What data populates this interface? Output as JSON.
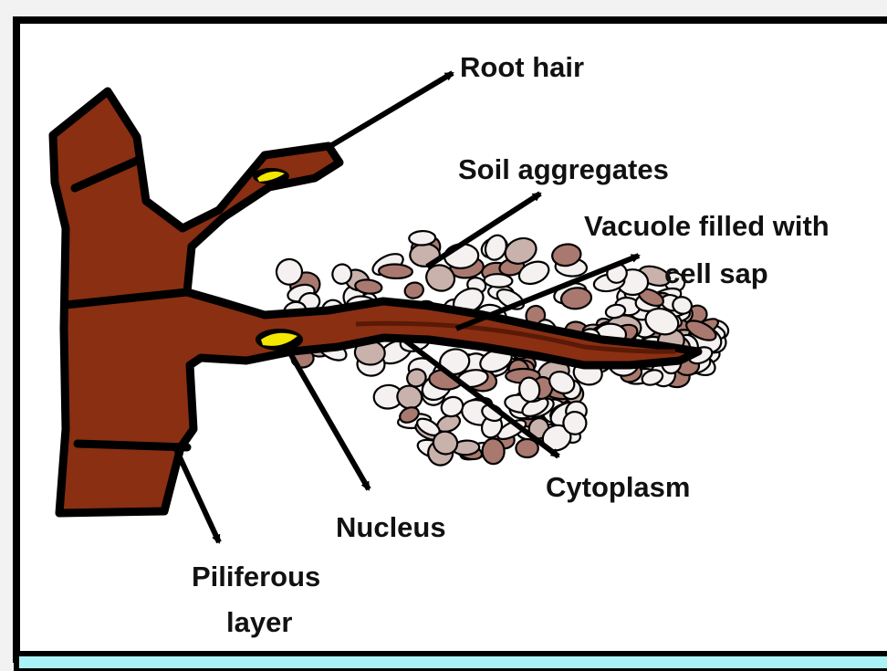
{
  "diagram": {
    "labels": {
      "root_hair": "Root hair",
      "soil_aggregates": "Soil aggregates",
      "vacuole_line1": "Vacuole filled with",
      "vacuole_line2": "cell sap",
      "cytoplasm": "Cytoplasm",
      "nucleus": "Nucleus",
      "piliferous_line1": "Piliferous",
      "piliferous_line2": "layer"
    },
    "colors": {
      "root": "#8a2f12",
      "root_outline": "#000000",
      "nucleus": "#f3e600",
      "soil_fill_light": "#f4f1f0",
      "soil_fill_mid": "#c9b2ac",
      "soil_fill_dark": "#a9796f",
      "panel_border": "#000000",
      "bottom_strip": "#aaf2f6"
    }
  }
}
